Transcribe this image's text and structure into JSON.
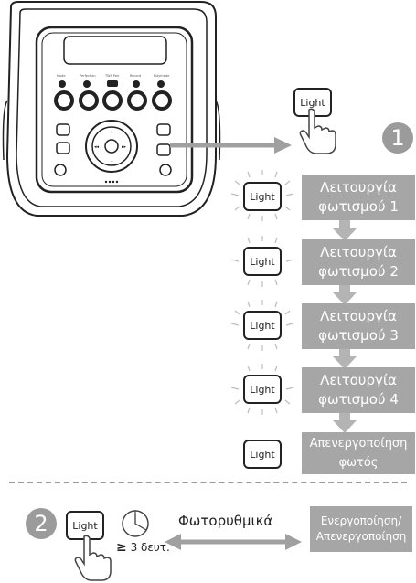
{
  "button_label": "Light",
  "modes": [
    {
      "line1": "Λειτουργία",
      "line2": "φωτισμού 1"
    },
    {
      "line1": "Λειτουργία",
      "line2": "φωτισμού 2"
    },
    {
      "line1": "Λειτουργία",
      "line2": "φωτισμού 3"
    },
    {
      "line1": "Λειτουργία",
      "line2": "φωτισμού 4"
    },
    {
      "line1": "Απενεργοποίηση",
      "line2": "φωτός"
    }
  ],
  "step1_number": "1",
  "step2_number": "2",
  "hold_text": "3 δευτ.",
  "hold_symbol": "≥",
  "effects_label": "Φωτορυθμικά",
  "toggle_box": {
    "line1": "Ενεργοποίηση/",
    "line2": "Απενεργοποίηση"
  },
  "colors": {
    "grey_box": "#a6a6a6",
    "arrow": "#a0a0a0",
    "outline": "#222222"
  }
}
